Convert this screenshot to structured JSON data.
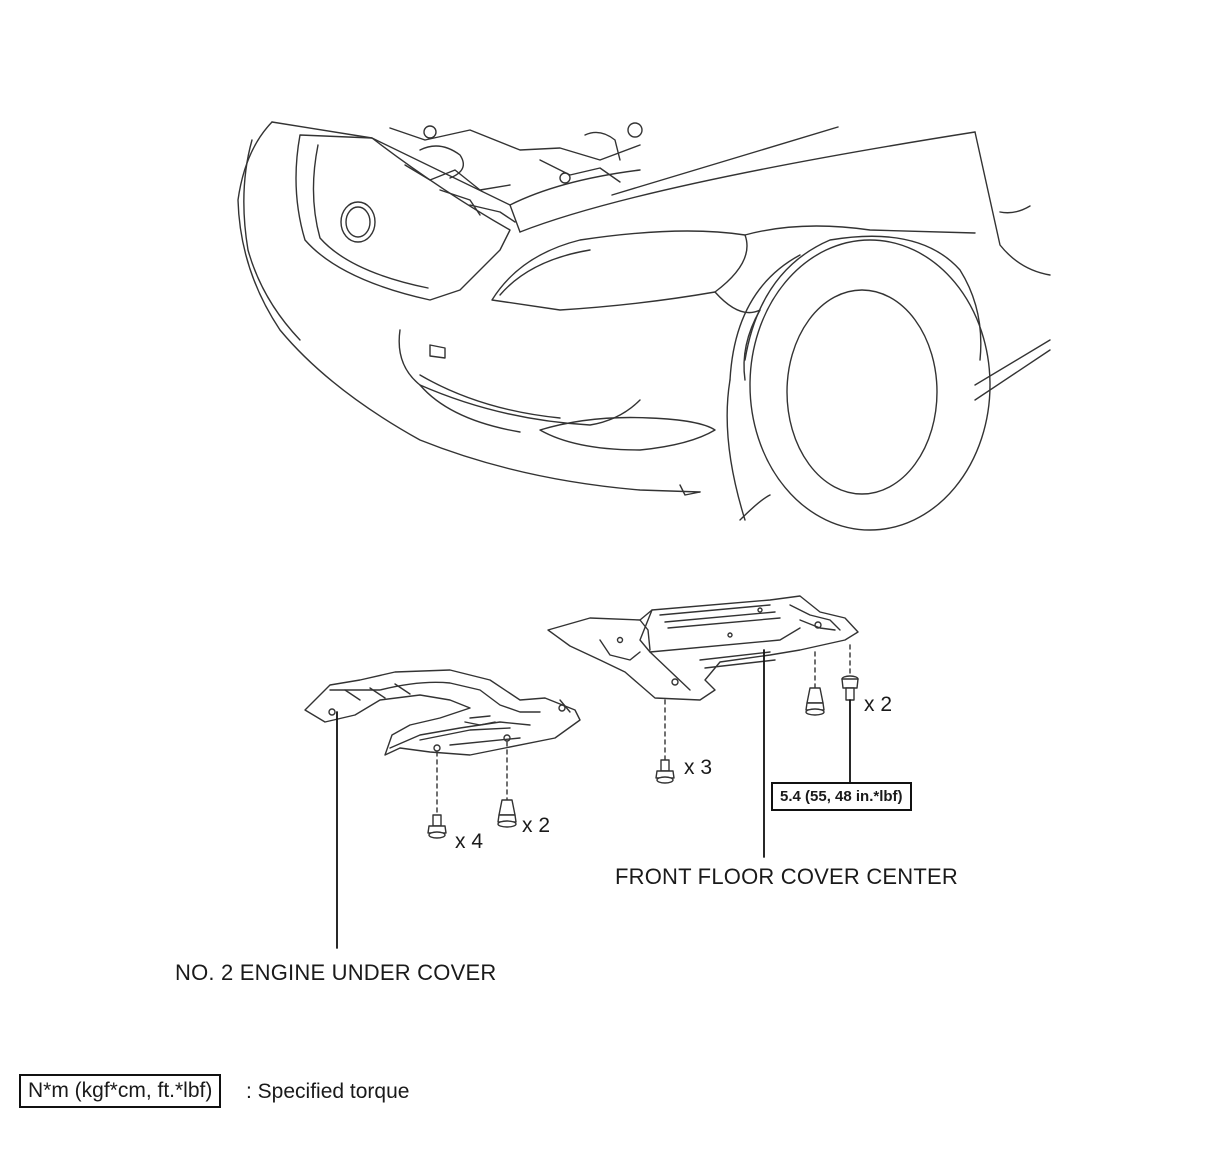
{
  "labels": {
    "front_floor_cover_center": "FRONT FLOOR COVER CENTER",
    "no2_engine_under_cover": "NO. 2 ENGINE UNDER COVER"
  },
  "quantities": {
    "bolt_x4": "x 4",
    "bolt_x2_left": "x 2",
    "bolt_x3": "x 3",
    "bolt_x2_right": "x 2"
  },
  "torque_value": "5.4 (55, 48 in.*lbf)",
  "legend": {
    "symbol": "N*m (kgf*cm, ft.*lbf)",
    "description": ": Specified torque"
  }
}
